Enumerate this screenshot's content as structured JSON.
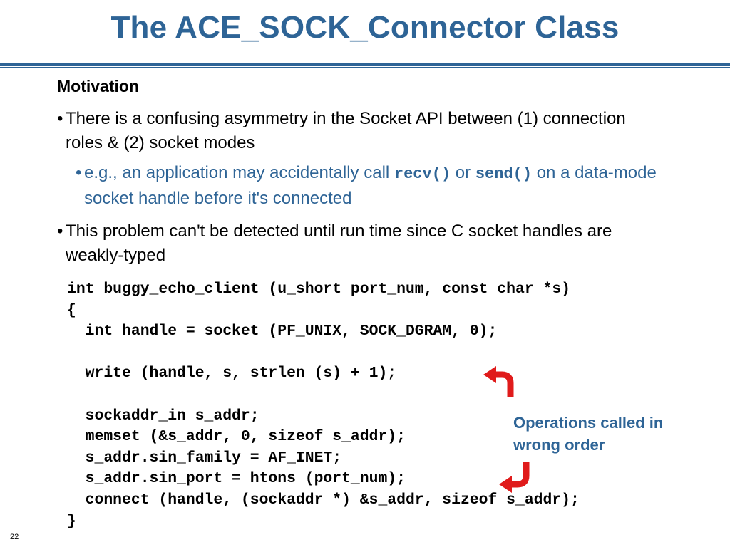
{
  "slide": {
    "title": "The ACE_SOCK_Connector Class",
    "heading": "Motivation",
    "bullet_char": "•",
    "bullets": [
      "There is a confusing asymmetry in the Socket API between (1) connection roles & (2) socket modes",
      "This problem can't be detected until run time since C socket handles are weakly-typed"
    ],
    "sub_bullet": {
      "text_before": "e.g., an application may accidentally call ",
      "code1": "recv()",
      "text_mid": " or ",
      "code2": "send()",
      "text_after": " on a data-mode socket handle before it's connected"
    },
    "code_lines": [
      "int buggy_echo_client (u_short port_num, const char *s)",
      "{",
      "  int handle = socket (PF_UNIX, SOCK_DGRAM, 0);",
      "",
      "  write (handle, s, strlen (s) + 1);",
      "",
      "  sockaddr_in s_addr;",
      "  memset (&s_addr, 0, sizeof s_addr);",
      "  s_addr.sin_family = AF_INET;",
      "  s_addr.sin_port = htons (port_num);",
      "  connect (handle, (sockaddr *) &s_addr, sizeof s_addr);",
      "}"
    ],
    "annotation": "Operations called in\nwrong order",
    "page_number": "22"
  },
  "colors": {
    "accent": "#2e6496",
    "arrow": "#e01b1b"
  }
}
